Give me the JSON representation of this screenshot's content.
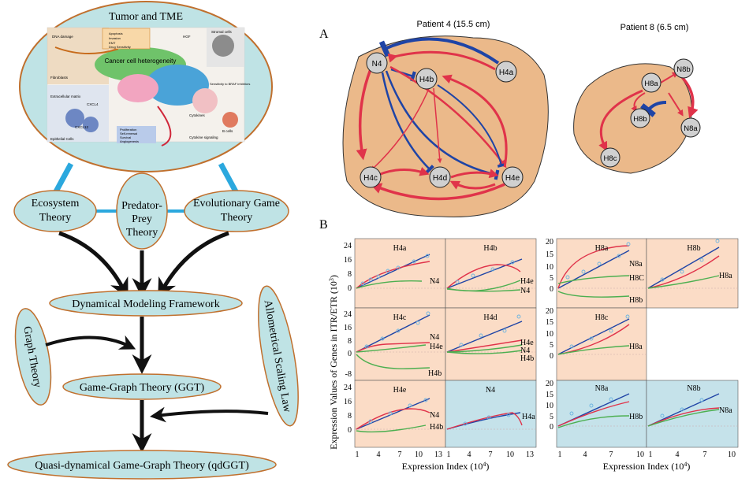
{
  "left": {
    "top_title": "Tumor and TME",
    "theories": [
      {
        "label": "Ecosystem Theory",
        "lines": [
          "Ecosystem",
          "Theory"
        ]
      },
      {
        "label": "Predator-Prey Theory",
        "lines": [
          "Predator-",
          "Prey",
          "Theory"
        ]
      },
      {
        "label": "Evolutionary Game Theory",
        "lines": [
          "Evolutionary Game",
          "Theory"
        ]
      }
    ],
    "framework": "Dynamical Modeling Framework",
    "graph_theory": "Graph Theory",
    "allometric": "Allometrical Scaling Law",
    "ggt": "Game-Graph Theory (GGT)",
    "qdggt": "Quasi-dynamical Game-Graph Theory (qdGGT)",
    "tme_labels": [
      "Cancer cell heterogeneity",
      "Apoptosis",
      "Invasion",
      "EMT",
      "Drug Sensitivity",
      "DNA damage",
      "Fibroblasts",
      "Extracellular matrix",
      "CXCL4",
      "CXCL12",
      "Epithelial Cells",
      "Proliferation",
      "Self-renewal",
      "Survival",
      "Angiogenesis",
      "Stromal cells",
      "Cytokines",
      "B cells",
      "Cytokine signaling",
      "Sensitivity to BRAF inhibitors",
      "HGF"
    ]
  },
  "panel_a": {
    "letter": "A",
    "patient4_title": "Patient 4  (15.5 cm)",
    "patient8_title": "Patient 8  (6.5 cm)",
    "p4_nodes": [
      "N4",
      "H4a",
      "H4b",
      "H4c",
      "H4d",
      "H4e"
    ],
    "p8_nodes": [
      "N8b",
      "H8a",
      "H8b",
      "N8a",
      "H8c"
    ]
  },
  "panel_b": {
    "letter": "B",
    "ylabel": "Expression Values of Genes in ITR/ETR (10",
    "ylabel_sup": "3",
    "ylabel_end": ")",
    "xlabel": "Expression Index (10",
    "xlabel_sup": "4",
    "xlabel_end": ")",
    "left_yticks": [
      "24",
      "16",
      "8",
      "0",
      "24",
      "16",
      "8",
      "0",
      "-8",
      "24",
      "16",
      "8",
      "0"
    ],
    "right_yticks": [
      "20",
      "15",
      "10",
      "5",
      "0",
      "20",
      "15",
      "10",
      "5",
      "0",
      "20",
      "15",
      "10",
      "5",
      "0"
    ],
    "left_xticks": [
      "1",
      "4",
      "7",
      "10",
      "13",
      "1",
      "4",
      "7",
      "10",
      "13"
    ],
    "right_xticks": [
      "1",
      "4",
      "7",
      "10",
      "1",
      "4",
      "7",
      "10"
    ],
    "panels": [
      {
        "title": "H4a",
        "labels": [
          "N4"
        ]
      },
      {
        "title": "H4b",
        "labels": [
          "H4e",
          "N4"
        ]
      },
      {
        "title": "H4c",
        "labels": [
          "N4",
          "H4e",
          "H4b"
        ]
      },
      {
        "title": "H4d",
        "labels": [
          "H4e",
          "N4",
          "H4b"
        ]
      },
      {
        "title": "H4e",
        "labels": [
          "N4",
          "H4b"
        ]
      },
      {
        "title": "N4",
        "labels": [
          "H4a"
        ]
      },
      {
        "title": "H8a",
        "labels": [
          "N8a",
          "H8C",
          "H8b"
        ]
      },
      {
        "title": "H8b",
        "labels": [
          "H8a"
        ]
      },
      {
        "title": "H8c",
        "labels": [
          "H8a"
        ]
      },
      {
        "title": "N8a",
        "labels": [
          "H8b"
        ]
      },
      {
        "title": "N8b",
        "labels": [
          "N8a"
        ]
      }
    ]
  },
  "colors": {
    "ellipse_fill": "#bfe3e5",
    "tumor_fill": "#ebb98a",
    "red": "#e0334a",
    "blue": "#1f44a6",
    "green": "#4caf50",
    "panel_orange": "#fbdcc6",
    "panel_blue": "#c5e2ea"
  }
}
